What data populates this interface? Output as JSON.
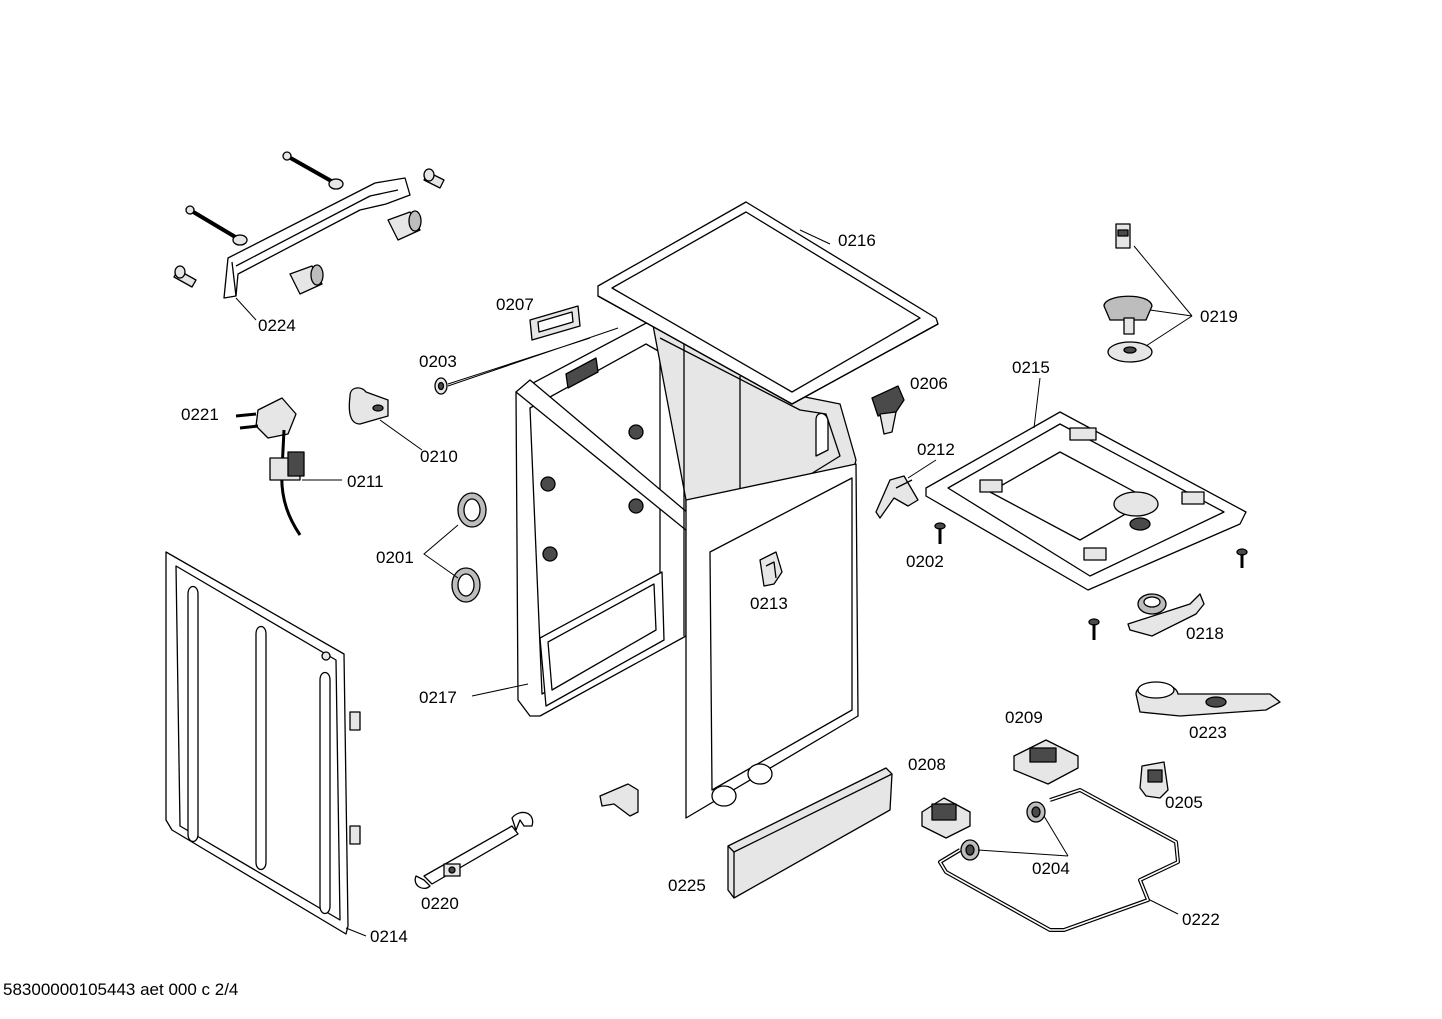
{
  "labels": {
    "l0201": "0201",
    "l0202": "0202",
    "l0203": "0203",
    "l0204": "0204",
    "l0205": "0205",
    "l0206": "0206",
    "l0207": "0207",
    "l0208": "0208",
    "l0209": "0209",
    "l0210": "0210",
    "l0211": "0211",
    "l0212": "0212",
    "l0213": "0213",
    "l0214": "0214",
    "l0215": "0215",
    "l0216": "0216",
    "l0217": "0217",
    "l0218": "0218",
    "l0219": "0219",
    "l0220": "0220",
    "l0221": "0221",
    "l0222": "0222",
    "l0223": "0223",
    "l0224": "0224",
    "l0225": "0225"
  },
  "footer": "58300000105443 aet 000 c 2/4"
}
